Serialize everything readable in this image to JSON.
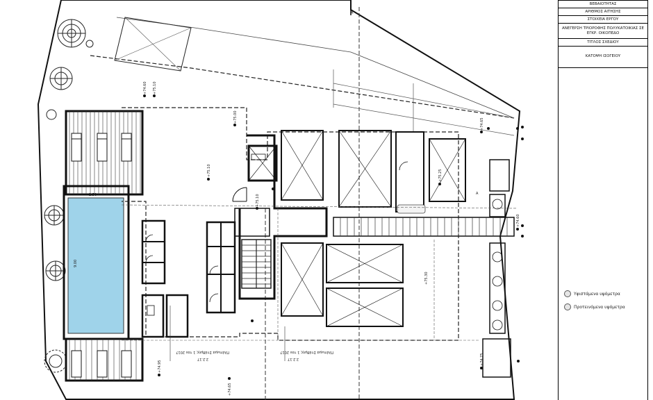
{
  "title_block": {
    "rows": [
      "ΒΕΒΑΙΟΤΗΤΑΣ",
      "ΑΡΙΘΜΟΣ ΑΙΤΗΣΗΣ",
      "ΣΤΟΙΧΕΙΑ ΕΡΓΟΥ",
      "ΑΝΕΓΕΡΣΗ ΤΡΙΟΡΟΦΗΣ ΠΟΛΥΚΑΤΟΙΚΙΑΣ ΣΕ ΕΓΚΡ. ΟΙΚΟΠΕΔΟ",
      "ΤΙΤΛΟΣ ΣΧΕΔΙΟΥ",
      "ΚΑΤΟΨΗ ΙΣΟΓΕΙΟΥ"
    ]
  },
  "legend": [
    {
      "label": "Υφιστάμενα υψόμετρα"
    },
    {
      "label": "Προτεινόμενα υψόμετρα"
    }
  ],
  "annotations": {
    "pool_length": "9.00",
    "pool_width": "2.50",
    "levels": [
      "+74.60",
      "+75.10",
      "+75.10",
      "+75.00",
      "+75.25",
      "+74.65",
      "+74.60",
      "+75.30",
      "+75.10",
      "+74.95",
      "+74.75",
      "+74.65"
    ],
    "parking_note_1": "Πλάτωμα Στάθμης 1 του 2017",
    "parking_note_2": "Πλάτωμα Στάθμης 1 του 2017",
    "parking_dim_1": "2.2.17",
    "parking_dim_2": "2.2.17",
    "section_mark": "Α",
    "stair_mark": "Α"
  }
}
